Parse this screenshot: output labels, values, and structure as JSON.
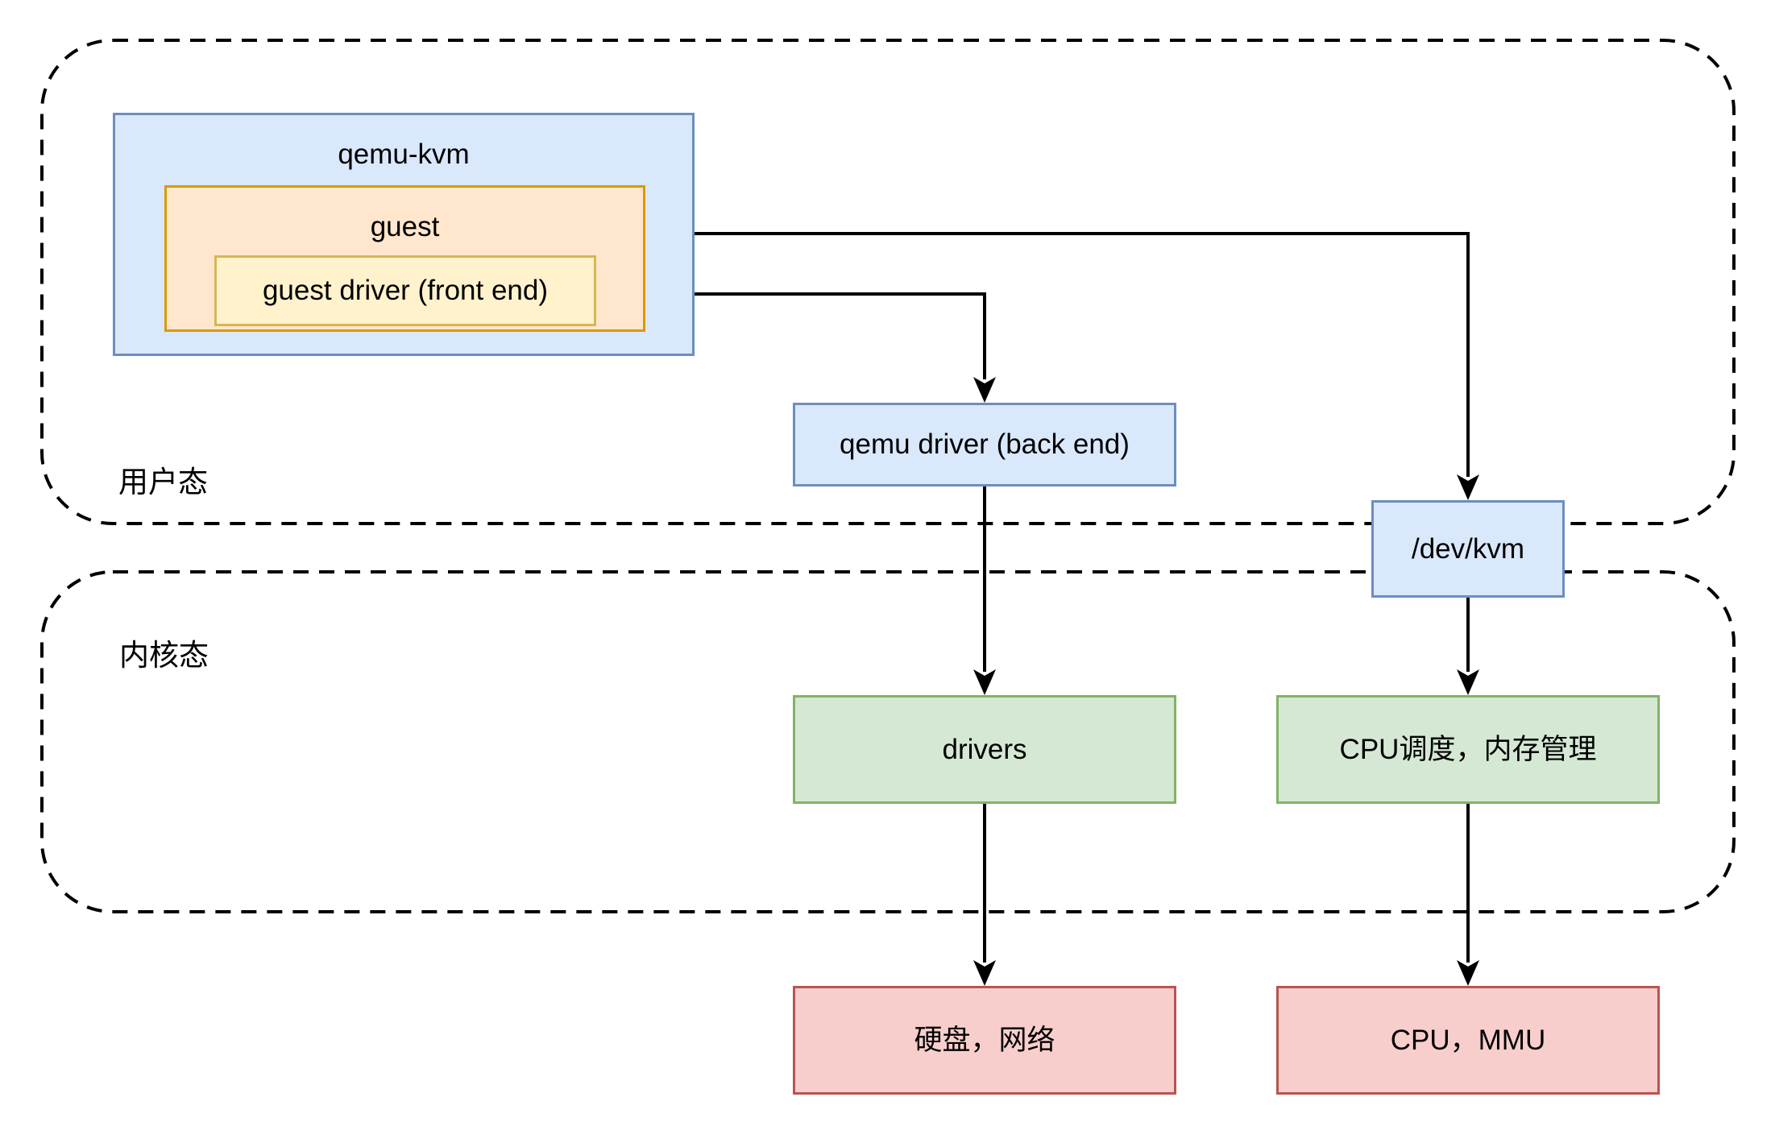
{
  "regions": {
    "user_mode": {
      "label": "用户态"
    },
    "kernel_mode": {
      "label": "内核态"
    }
  },
  "nodes": {
    "qemu_kvm": {
      "label": "qemu-kvm",
      "fill": "#dae8fc",
      "border": "#6c8ebf"
    },
    "guest": {
      "label": "guest",
      "fill": "#ffe6cc",
      "border": "#d79b00"
    },
    "guest_driver": {
      "label": "guest driver (front end)",
      "fill": "#fff2cc",
      "border": "#d6b656"
    },
    "qemu_driver": {
      "label": "qemu driver (back end)",
      "fill": "#dae8fc",
      "border": "#6c8ebf"
    },
    "dev_kvm": {
      "label": "/dev/kvm",
      "fill": "#dae8fc",
      "border": "#6c8ebf"
    },
    "drivers": {
      "label": "drivers",
      "fill": "#d5e8d4",
      "border": "#82b366"
    },
    "cpu_sched_mem": {
      "label": "CPU调度，内存管理",
      "fill": "#d5e8d4",
      "border": "#82b366"
    },
    "disk_network": {
      "label": "硬盘，网络",
      "fill": "#f8cecc",
      "border": "#b85450"
    },
    "cpu_mmu": {
      "label": "CPU，MMU",
      "fill": "#f8cecc",
      "border": "#b85450"
    }
  },
  "edges": [
    {
      "from": "qemu_kvm",
      "to": "dev_kvm"
    },
    {
      "from": "guest_driver",
      "to": "qemu_driver"
    },
    {
      "from": "qemu_driver",
      "to": "drivers"
    },
    {
      "from": "dev_kvm",
      "to": "cpu_sched_mem"
    },
    {
      "from": "drivers",
      "to": "disk_network"
    },
    {
      "from": "cpu_sched_mem",
      "to": "cpu_mmu"
    }
  ],
  "style": {
    "line_color": "#000000",
    "region_border_color": "#000000",
    "text_color": "#000000"
  }
}
